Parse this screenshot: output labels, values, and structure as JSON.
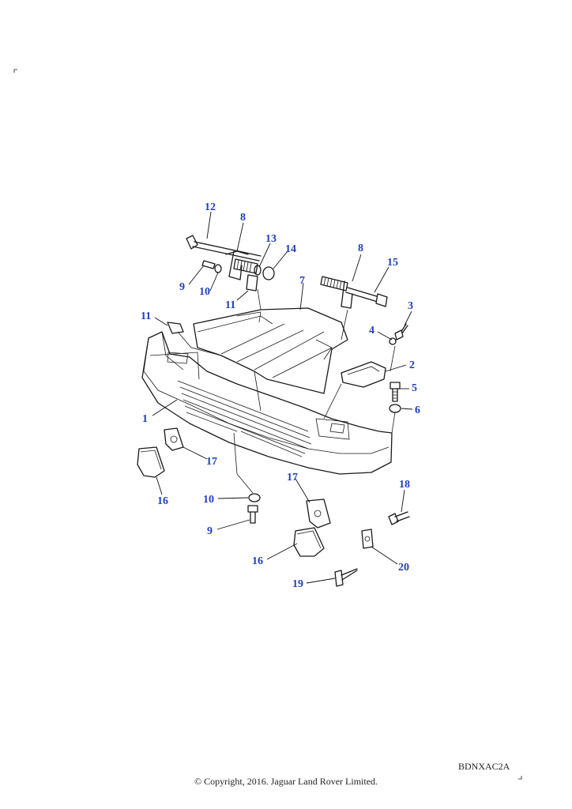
{
  "diagram": {
    "reference_code": "BDNXAC2A",
    "copyright": "© Copyright, 2016. Jaguar Land Rover Limited.",
    "callouts": [
      {
        "id": "c-1",
        "label": "1"
      },
      {
        "id": "c-2",
        "label": "2"
      },
      {
        "id": "c-3",
        "label": "3"
      },
      {
        "id": "c-4",
        "label": "4"
      },
      {
        "id": "c-5",
        "label": "5"
      },
      {
        "id": "c-6",
        "label": "6"
      },
      {
        "id": "c-7",
        "label": "7"
      },
      {
        "id": "c-8a",
        "label": "8"
      },
      {
        "id": "c-8b",
        "label": "8"
      },
      {
        "id": "c-9a",
        "label": "9"
      },
      {
        "id": "c-9b",
        "label": "9"
      },
      {
        "id": "c-10a",
        "label": "10"
      },
      {
        "id": "c-10b",
        "label": "10"
      },
      {
        "id": "c-11a",
        "label": "11"
      },
      {
        "id": "c-11b",
        "label": "11"
      },
      {
        "id": "c-12",
        "label": "12"
      },
      {
        "id": "c-13",
        "label": "13"
      },
      {
        "id": "c-14",
        "label": "14"
      },
      {
        "id": "c-15",
        "label": "15"
      },
      {
        "id": "c-16a",
        "label": "16"
      },
      {
        "id": "c-16b",
        "label": "16"
      },
      {
        "id": "c-17a",
        "label": "17"
      },
      {
        "id": "c-17b",
        "label": "17"
      },
      {
        "id": "c-18",
        "label": "18"
      },
      {
        "id": "c-19",
        "label": "19"
      },
      {
        "id": "c-20",
        "label": "20"
      }
    ]
  }
}
